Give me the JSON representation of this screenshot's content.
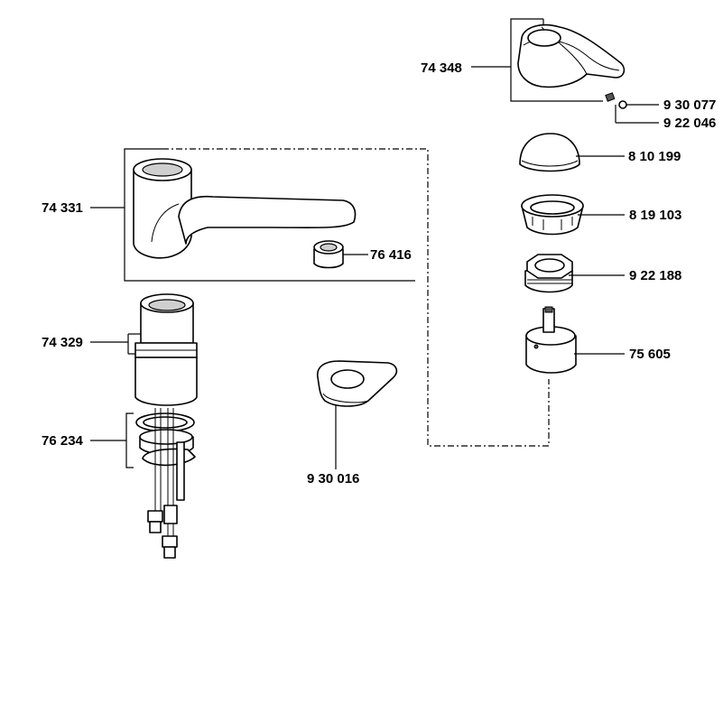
{
  "parts": [
    {
      "id": "handle_lever",
      "number": "74 348"
    },
    {
      "id": "set_screw",
      "number": "9 30 077"
    },
    {
      "id": "screw_plug",
      "number": "9 22 046"
    },
    {
      "id": "cap",
      "number": "8 10 199"
    },
    {
      "id": "ring_nut",
      "number": "8 19 103"
    },
    {
      "id": "hex_nut",
      "number": "9 22 188"
    },
    {
      "id": "cartridge",
      "number": "75 605"
    },
    {
      "id": "spout",
      "number": "74 331"
    },
    {
      "id": "aerator",
      "number": "76 416"
    },
    {
      "id": "body",
      "number": "74 329"
    },
    {
      "id": "mounting_kit",
      "number": "76 234"
    },
    {
      "id": "base_gasket",
      "number": "9 30 016"
    }
  ]
}
